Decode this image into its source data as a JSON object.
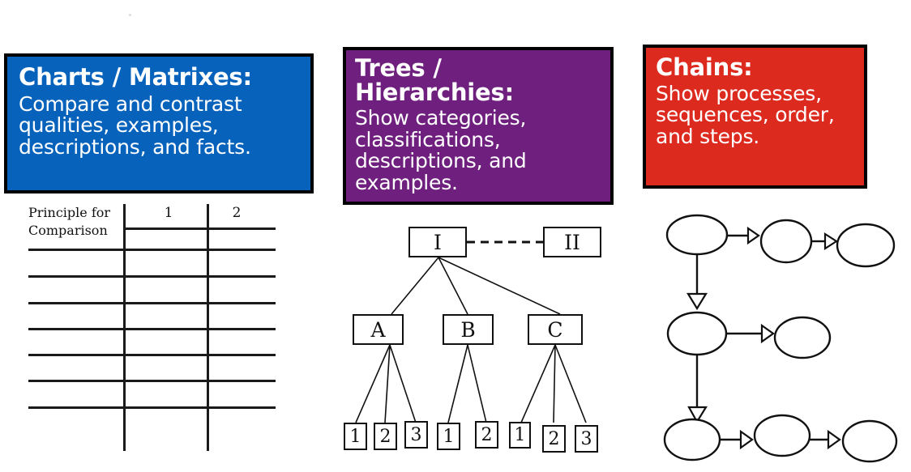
{
  "cards": [
    {
      "key": "charts",
      "title": "Charts / Matrixes",
      "colon": ":",
      "body": "Compare and contrast qualities, examples, descriptions, and facts.",
      "color": "#0662BB",
      "border_color": "#000000",
      "text_color": "#FFFFFF"
    },
    {
      "key": "trees",
      "title_line1": "Trees /",
      "title_line2": "Hierarchies",
      "colon": ":",
      "body": "Show categories, classifications, descriptions, and examples.",
      "color": "#6F207E",
      "border_color": "#000000",
      "text_color": "#FFFFFF"
    },
    {
      "key": "chains",
      "title": "Chains",
      "colon": ":",
      "body": "Show processes, sequences, order, and steps.",
      "color": "#DD2A1E",
      "border_color": "#000000",
      "text_color": "#FFFFFF"
    }
  ],
  "matrix_figure": {
    "row_header_line1": "Principle for",
    "row_header_line2": "Comparison",
    "column_headers": [
      "1",
      "2"
    ],
    "row_count": 7,
    "line_color": "#1a1a1a"
  },
  "tree_figure": {
    "root": "I",
    "sibling": "II",
    "sibling_link_style": "dashed",
    "branches": [
      {
        "label": "A",
        "children": [
          "1",
          "2",
          "3"
        ]
      },
      {
        "label": "B",
        "children": [
          "1",
          "2"
        ]
      },
      {
        "label": "C",
        "children": [
          "1",
          "2",
          "3"
        ]
      }
    ],
    "line_color": "#111111"
  },
  "chain_figure": {
    "rows": [
      {
        "nodes": 3,
        "labels": [
          "",
          "",
          ""
        ]
      },
      {
        "nodes": 2,
        "labels": [
          "",
          ""
        ]
      },
      {
        "nodes": 3,
        "labels": [
          "",
          "",
          ""
        ]
      }
    ],
    "vertical_links": 2,
    "node_shape": "ellipse",
    "arrow_style": "open-triangle",
    "line_color": "#111111"
  }
}
